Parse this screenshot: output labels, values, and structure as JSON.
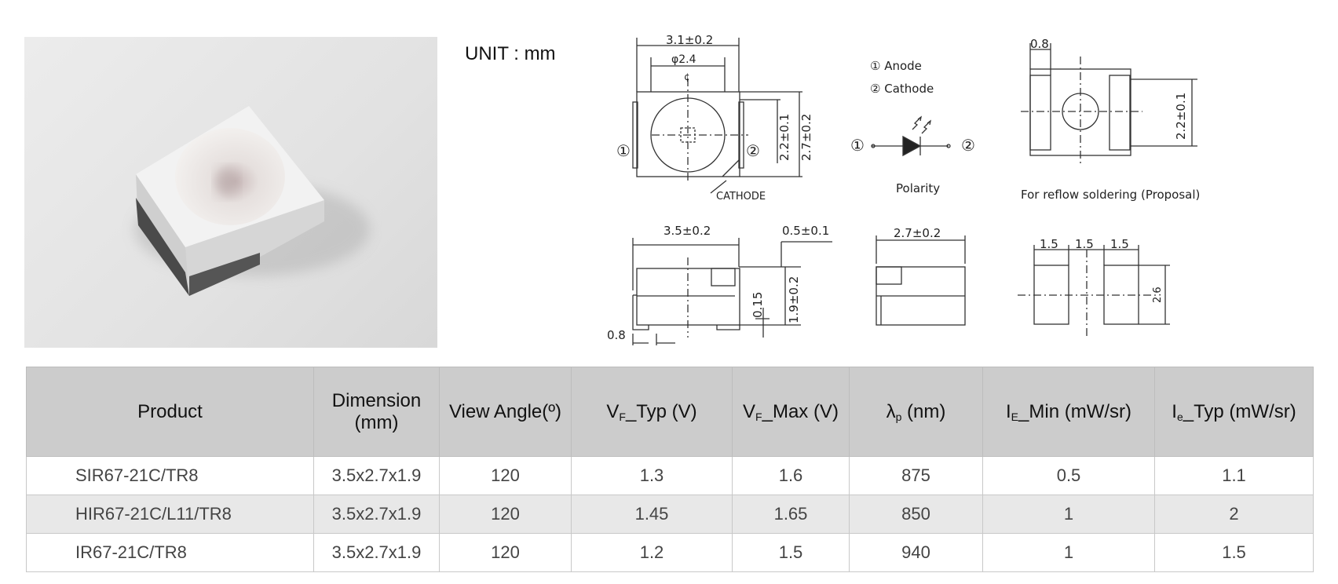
{
  "unit_label": "UNIT : mm",
  "drawing": {
    "top_width": "3.1±0.2",
    "lens_dia": "φ2.4",
    "centerline_mark": "¢",
    "pin1": "①",
    "pin2": "②",
    "height_inner": "2.2±0.1",
    "height_outer": "2.7±0.2",
    "cathode_label": "CATHODE",
    "legend_anode": "① Anode",
    "legend_cathode": "② Cathode",
    "polarity_label": "Polarity",
    "pad_top": "0.8",
    "pad_height": "2.2±0.1",
    "reflow_caption": "For reflow soldering (Proposal)",
    "side_length": "3.5±0.2",
    "side_lead": "0.5±0.1",
    "side_height": "1.9±0.2",
    "side_gap": "0.15",
    "side_foot": "0.8",
    "end_width": "2.7±0.2",
    "pad_w1": "1.5",
    "pad_w2": "1.5",
    "pad_w3": "1.5",
    "pad_h": "2.6"
  },
  "table": {
    "headers": {
      "product": "Product",
      "dimension_line1": "Dimension",
      "dimension_line2": "(mm)",
      "view_angle": "View Angle(º)",
      "vf_typ_pre": "V",
      "vf_typ_sub": "F",
      "vf_typ_post": "_Typ (V)",
      "vf_max_pre": "V",
      "vf_max_sub": "F",
      "vf_max_post": "_Max (V)",
      "lambda_pre": "λ",
      "lambda_sub": "p",
      "lambda_post": " (nm)",
      "ie_min_pre": "I",
      "ie_min_sub": "E",
      "ie_min_post": "_Min (mW/sr)",
      "ie_typ_pre": "I",
      "ie_typ_sub": "e",
      "ie_typ_post": "_Typ (mW/sr)"
    },
    "rows": [
      {
        "product": "SIR67-21C/TR8",
        "dimension": "3.5x2.7x1.9",
        "view_angle": "120",
        "vf_typ": "1.3",
        "vf_max": "1.6",
        "lambda": "875",
        "ie_min": "0.5",
        "ie_typ": "1.1"
      },
      {
        "product": "HIR67-21C/L11/TR8",
        "dimension": "3.5x2.7x1.9",
        "view_angle": "120",
        "vf_typ": "1.45",
        "vf_max": "1.65",
        "lambda": "850",
        "ie_min": "1",
        "ie_typ": "2"
      },
      {
        "product": "IR67-21C/TR8",
        "dimension": "3.5x2.7x1.9",
        "view_angle": "120",
        "vf_typ": "1.2",
        "vf_max": "1.5",
        "lambda": "940",
        "ie_min": "1",
        "ie_typ": "1.5"
      }
    ]
  }
}
